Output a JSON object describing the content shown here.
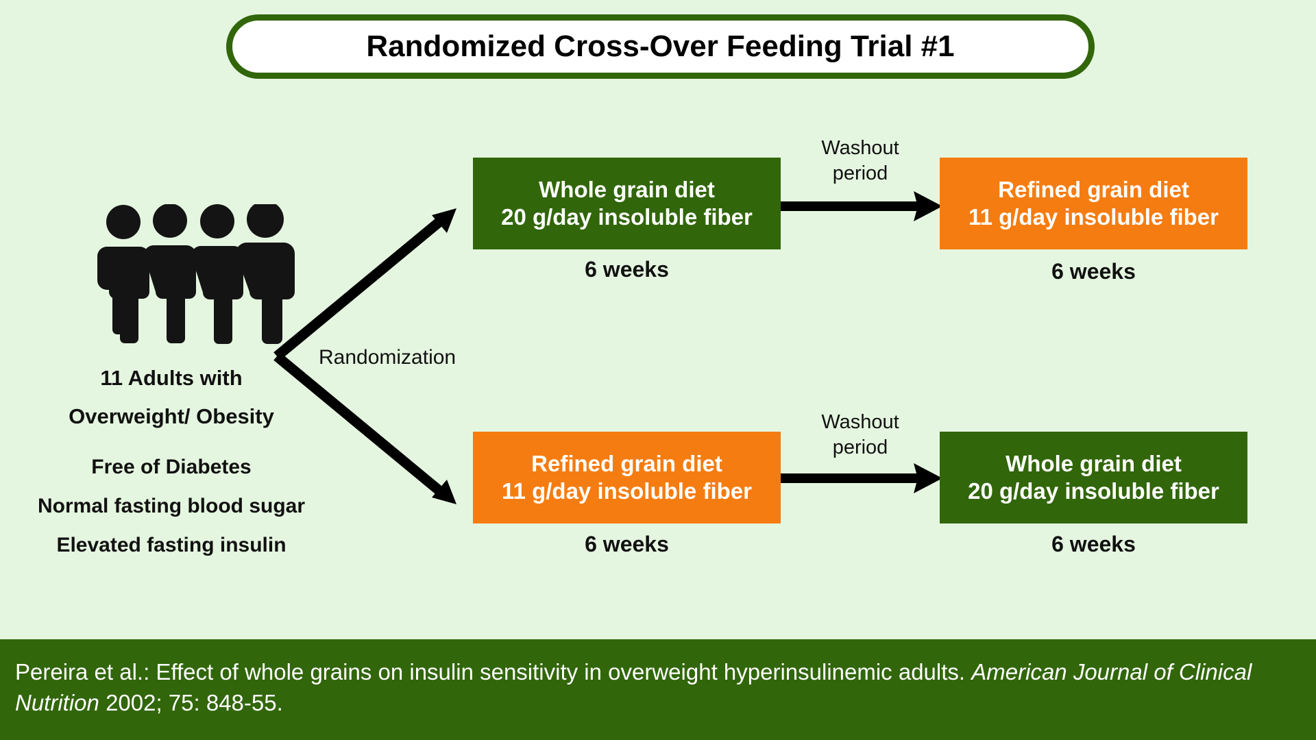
{
  "colors": {
    "background": "#e5f6e0",
    "dark_green": "#31660a",
    "orange": "#f57c10",
    "white": "#ffffff",
    "black": "#111111"
  },
  "title": {
    "text": "Randomized Cross-Over Feeding Trial #1"
  },
  "participants": {
    "icon": "four-people-icon",
    "lines": [
      "11 Adults with",
      "Overweight/ Obesity",
      "Free of Diabetes",
      "Normal fasting blood sugar",
      "Elevated fasting insulin"
    ]
  },
  "randomization": {
    "label": "Randomization",
    "icon": "branching-arrows-icon"
  },
  "arms": [
    {
      "id": "arm-a",
      "period1": {
        "diet": "Whole grain diet",
        "fiber": "20 g/day insoluble fiber",
        "duration": "6 weeks",
        "color": "#31660a"
      },
      "washout": {
        "line1": "Washout",
        "line2": "period",
        "icon": "right-arrow-icon"
      },
      "period2": {
        "diet": "Refined grain diet",
        "fiber": "11 g/day insoluble fiber",
        "duration": "6 weeks",
        "color": "#f57c10"
      }
    },
    {
      "id": "arm-b",
      "period1": {
        "diet": "Refined grain diet",
        "fiber": "11 g/day insoluble fiber",
        "duration": "6 weeks",
        "color": "#f57c10"
      },
      "washout": {
        "line1": "Washout",
        "line2": "period",
        "icon": "right-arrow-icon"
      },
      "period2": {
        "diet": "Whole grain diet",
        "fiber": "20 g/day insoluble fiber",
        "duration": "6 weeks",
        "color": "#31660a"
      }
    }
  ],
  "citation": {
    "authors_title": "Pereira et al.:  Effect of whole grains on insulin sensitivity in overweight hyperinsulinemic adults.",
    "journal": "American Journal of Clinical Nutrition",
    "details": "2002; 75: 848-55."
  }
}
